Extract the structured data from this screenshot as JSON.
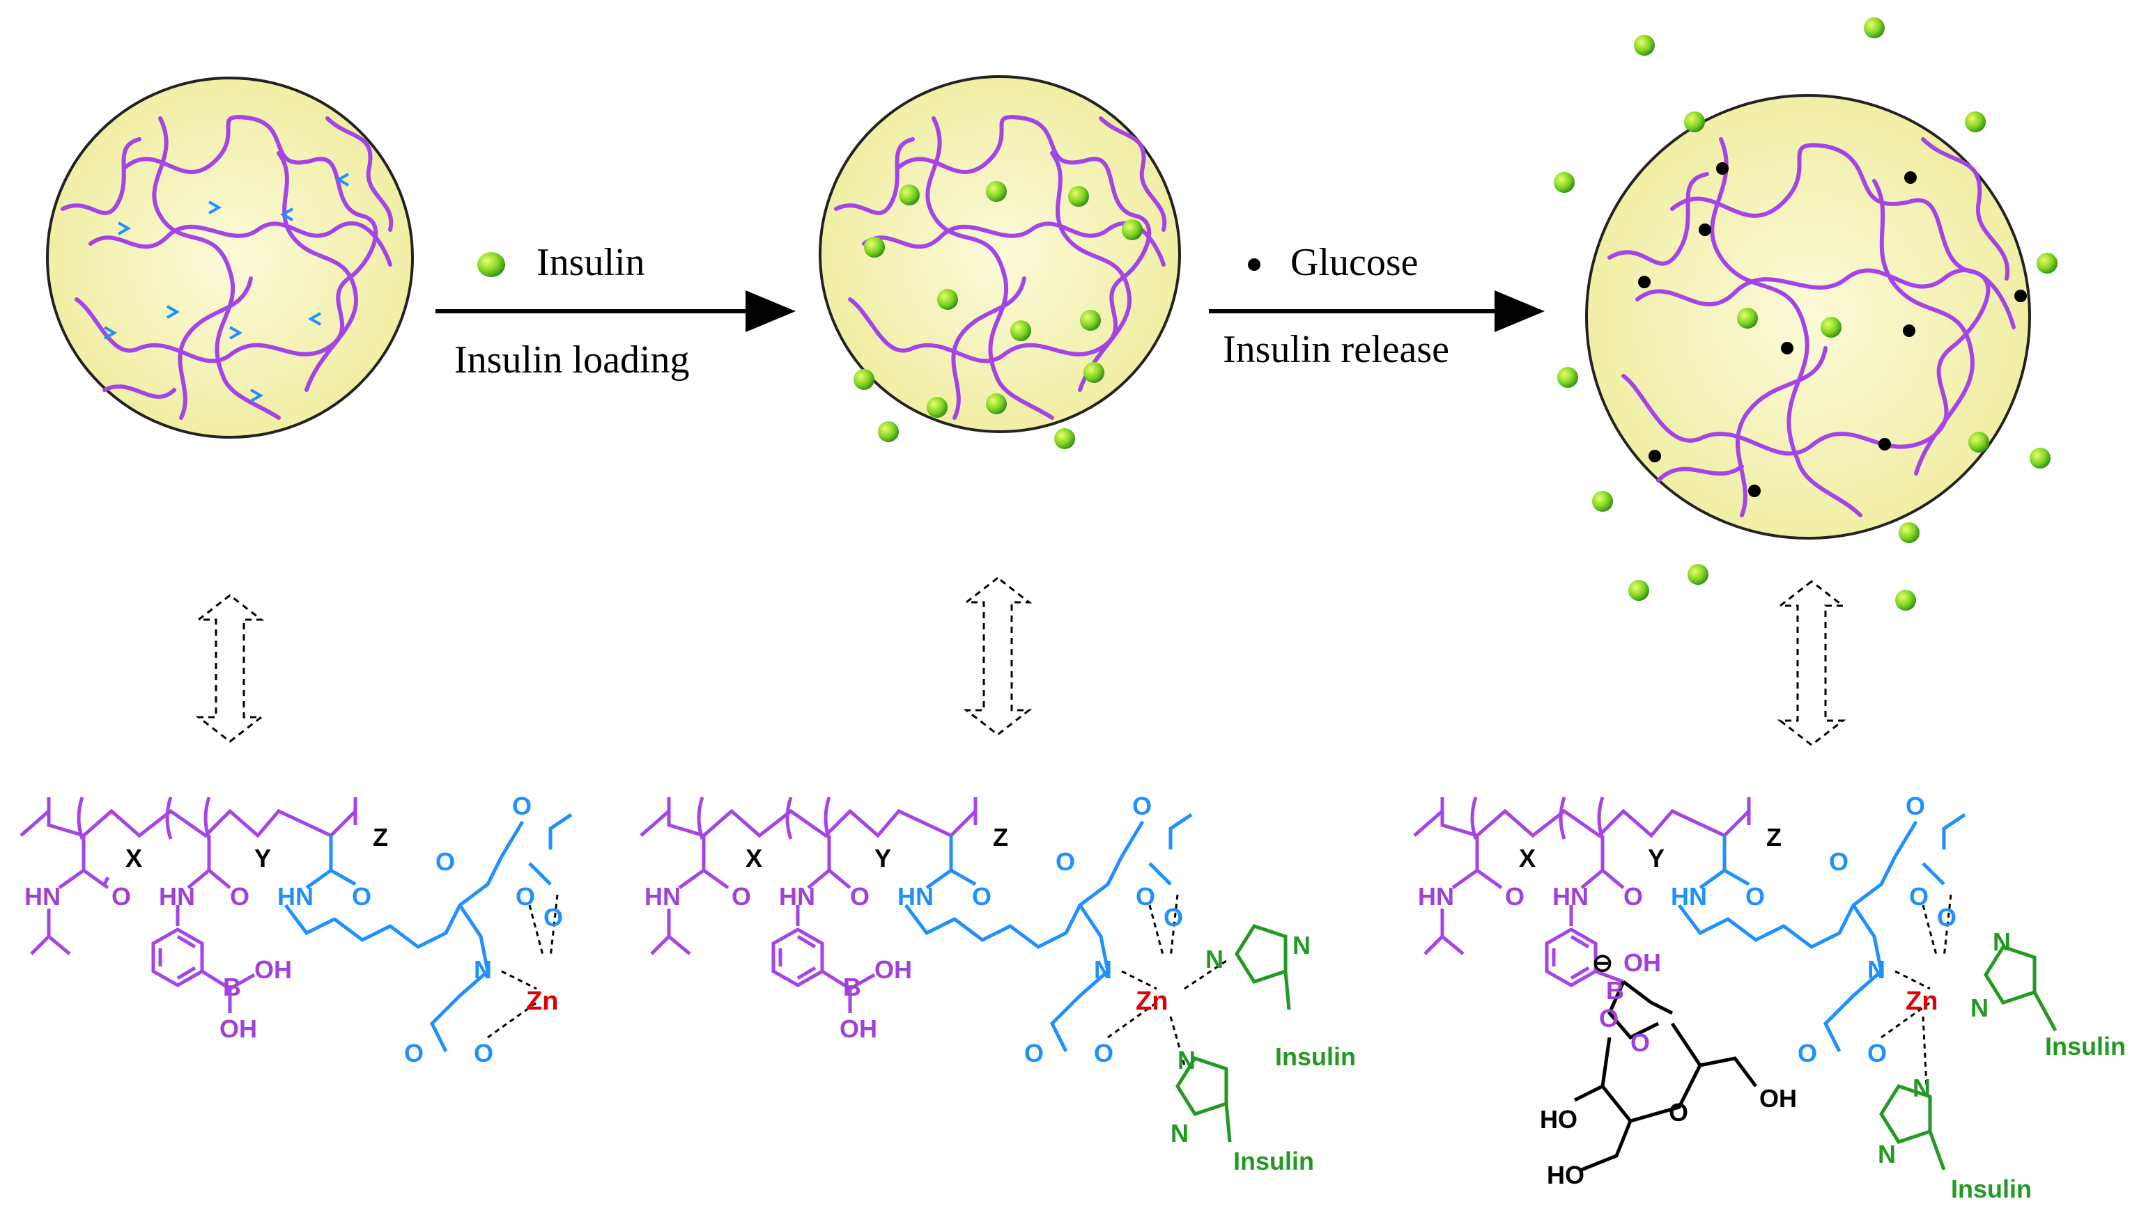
{
  "legend": {
    "insulin_label": "Insulin",
    "loading_label": "Insulin loading",
    "glucose_label": "Glucose",
    "release_label": "Insulin release"
  },
  "chem_labels": {
    "x": "X",
    "y": "Y",
    "z": "Z",
    "hn": "HN",
    "o": "O",
    "b": "B",
    "oh": "OH",
    "n": "N",
    "zn": "Zn",
    "insulin": "Insulin",
    "ho": "HO",
    "charge": "⊖"
  },
  "colors": {
    "particle_fill": "#f6f3b4",
    "polymer": "#a544e6",
    "boronic": "#a040d8",
    "ligand": "#1e90ff",
    "zinc": "#e00000",
    "insulin": "#229922",
    "sugar": "#000000"
  }
}
